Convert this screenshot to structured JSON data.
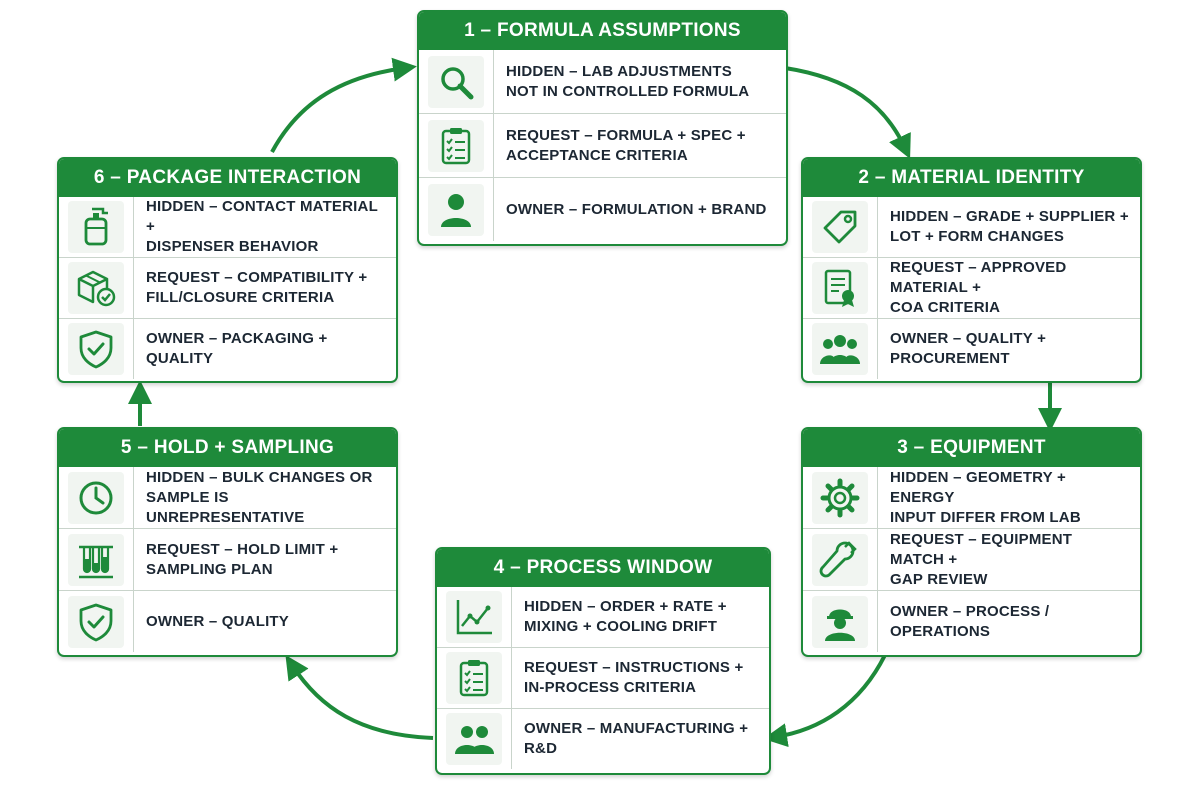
{
  "colors": {
    "accent": "#1e8a3a",
    "text": "#1c2733"
  },
  "cards": [
    {
      "title": "1 – FORMULA ASSUMPTIONS",
      "rows": [
        {
          "icon": "magnifier-icon",
          "lines": [
            "HIDDEN – LAB ADJUSTMENTS",
            "NOT IN CONTROLLED FORMULA"
          ]
        },
        {
          "icon": "clipboard-checklist-icon",
          "lines": [
            "REQUEST – FORMULA + SPEC +",
            "ACCEPTANCE CRITERIA"
          ]
        },
        {
          "icon": "person-icon",
          "lines": [
            "OWNER – FORMULATION + BRAND"
          ]
        }
      ]
    },
    {
      "title": "2 – MATERIAL IDENTITY",
      "rows": [
        {
          "icon": "tag-icon",
          "lines": [
            "HIDDEN – GRADE + SUPPLIER +",
            "LOT + FORM CHANGES"
          ]
        },
        {
          "icon": "certificate-icon",
          "lines": [
            "REQUEST – APPROVED MATERIAL +",
            "COA CRITERIA"
          ]
        },
        {
          "icon": "group-icon",
          "lines": [
            "OWNER – QUALITY +",
            "PROCUREMENT"
          ]
        }
      ]
    },
    {
      "title": "3 – EQUIPMENT",
      "rows": [
        {
          "icon": "gear-icon",
          "lines": [
            "HIDDEN – GEOMETRY + ENERGY",
            "INPUT DIFFER FROM LAB"
          ]
        },
        {
          "icon": "wrench-icon",
          "lines": [
            "REQUEST – EQUIPMENT MATCH +",
            "GAP REVIEW"
          ]
        },
        {
          "icon": "worker-hardhat-icon",
          "lines": [
            "OWNER – PROCESS /",
            "OPERATIONS"
          ]
        }
      ]
    },
    {
      "title": "4 – PROCESS WINDOW",
      "rows": [
        {
          "icon": "line-chart-icon",
          "lines": [
            "HIDDEN – ORDER + RATE +",
            "MIXING + COOLING DRIFT"
          ]
        },
        {
          "icon": "clipboard-checklist-icon",
          "lines": [
            "REQUEST – INSTRUCTIONS +",
            "IN-PROCESS CRITERIA"
          ]
        },
        {
          "icon": "two-people-icon",
          "lines": [
            "OWNER – MANUFACTURING + R&D"
          ]
        }
      ]
    },
    {
      "title": "5 – HOLD + SAMPLING",
      "rows": [
        {
          "icon": "clock-icon",
          "lines": [
            "HIDDEN – BULK CHANGES OR",
            "SAMPLE IS UNREPRESENTATIVE"
          ]
        },
        {
          "icon": "test-tubes-icon",
          "lines": [
            "REQUEST – HOLD LIMIT +",
            "SAMPLING PLAN"
          ]
        },
        {
          "icon": "shield-check-icon",
          "lines": [
            "OWNER – QUALITY"
          ]
        }
      ]
    },
    {
      "title": "6 – PACKAGE INTERACTION",
      "rows": [
        {
          "icon": "pump-bottle-icon",
          "lines": [
            "HIDDEN – CONTACT MATERIAL +",
            "DISPENSER BEHAVIOR"
          ]
        },
        {
          "icon": "box-check-icon",
          "lines": [
            "REQUEST – COMPATIBILITY +",
            "FILL/CLOSURE CRITERIA"
          ]
        },
        {
          "icon": "shield-check-icon",
          "lines": [
            "OWNER – PACKAGING +",
            "QUALITY"
          ]
        }
      ]
    }
  ]
}
